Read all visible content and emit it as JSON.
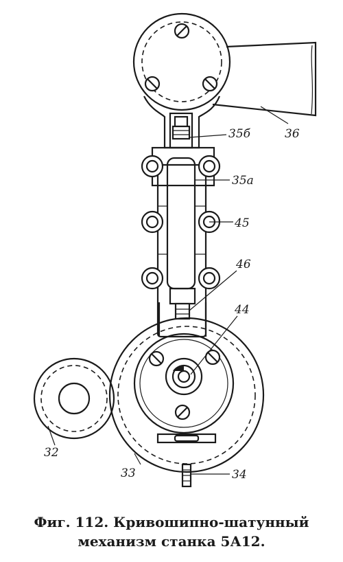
{
  "figure": {
    "caption_line_1": "Фиг. 112. Кривошипно-шатунный",
    "caption_line_2": "механизм станка 5А12."
  },
  "labels": {
    "l36": "36",
    "l35b": "35б",
    "l35a": "35а",
    "l45": "45",
    "l46": "46",
    "l44": "44",
    "l32": "32",
    "l33": "33",
    "l34": "34"
  }
}
